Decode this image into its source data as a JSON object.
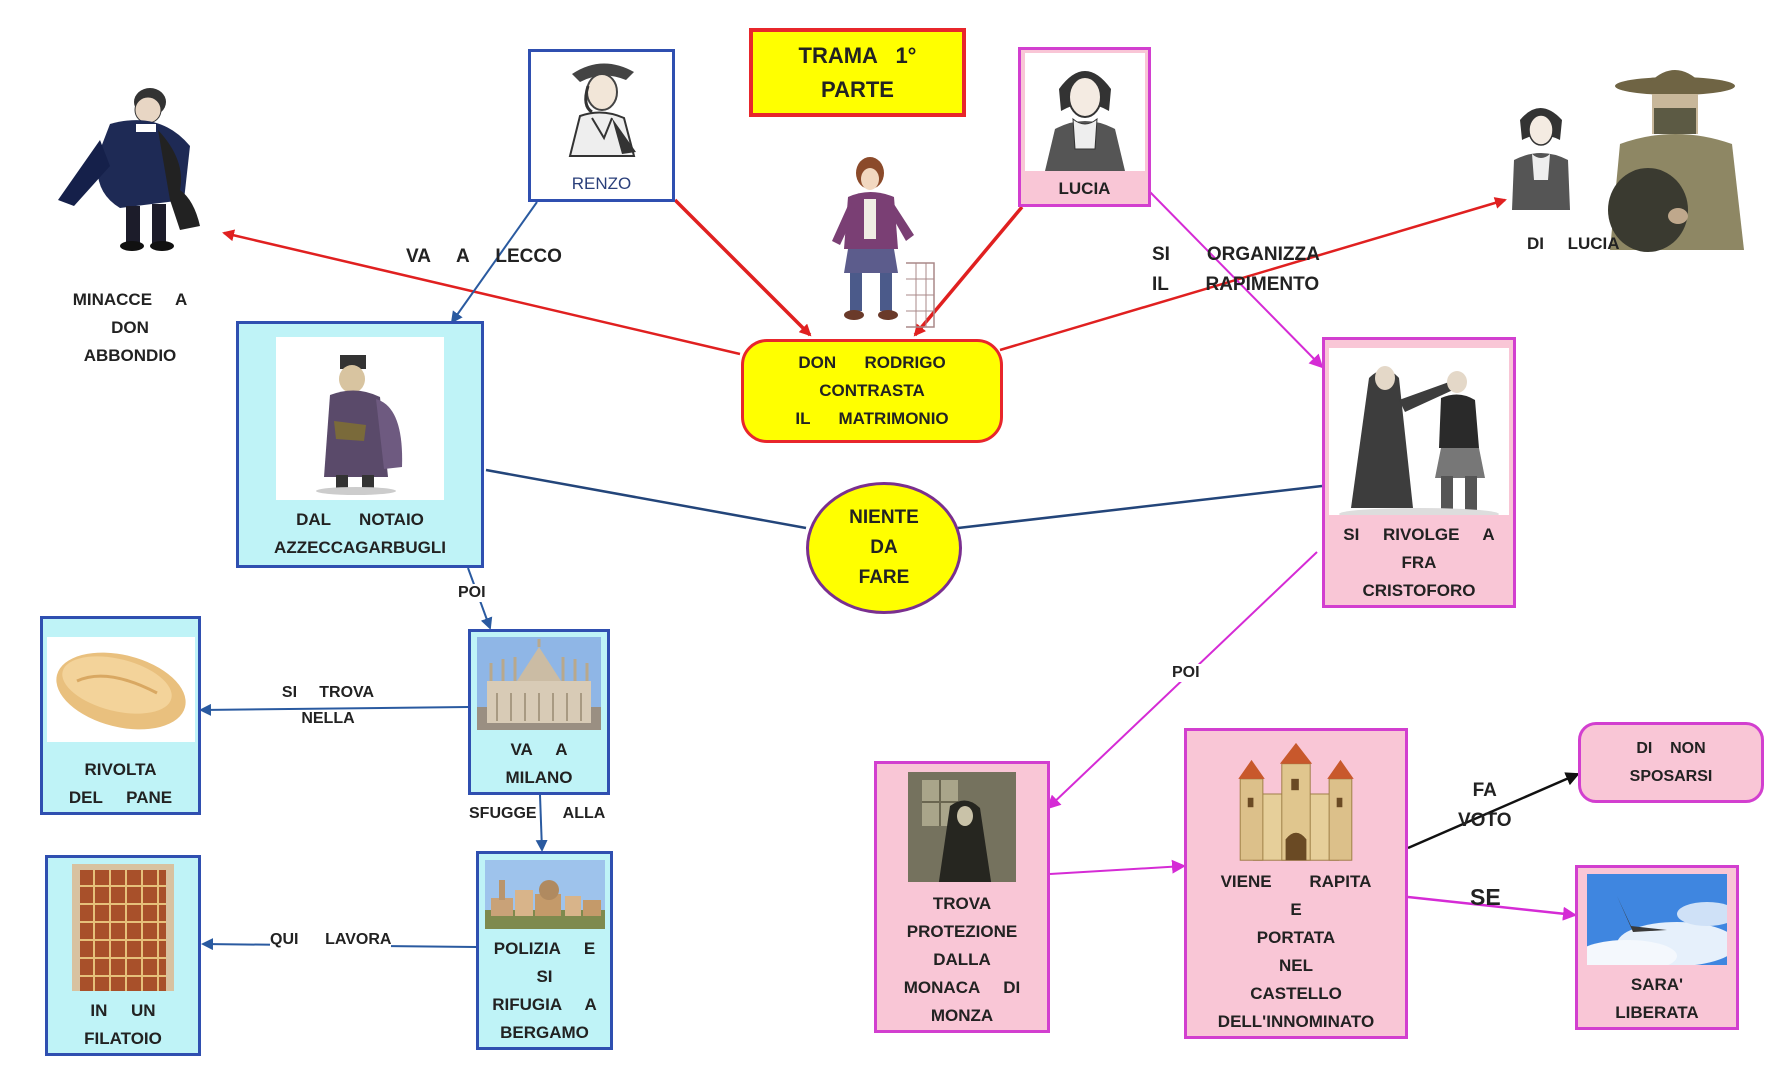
{
  "title": {
    "line1": "TRAMA   1°",
    "line2": "PARTE"
  },
  "center": {
    "label": "DON      RODRIGO\nCONTRASTA\nIL      MATRIMONIO"
  },
  "hub": {
    "label": "NIENTE\nDA\nFARE"
  },
  "characters": {
    "renzo": "RENZO",
    "lucia": "LUCIA",
    "kidnap_caption": "DI     LUCIA",
    "don_abbondio_caption": "MINACCE     A\nDON\nABBONDIO"
  },
  "edges": {
    "va_a_lecco": "VA     A     LECCO",
    "rapimento": "SI       ORGANIZZA\nIL       RAPIMENTO",
    "poi_left": "POI",
    "poi_right": "POI",
    "si_trova_nella": "SI     TROVA\nNELLA",
    "sfugge_alla": "SFUGGE      ALLA",
    "qui_lavora": "QUI      LAVORA",
    "fa_voto": "FA\nVOTO",
    "se": "SE"
  },
  "nodes": {
    "azzeccagarbugli": "DAL      NOTAIO\nAZZECCAGARBUGLI",
    "milano": "VA     A\nMILANO",
    "pane": "RIVOLTA\nDEL     PANE",
    "bergamo": "POLIZIA     E\nSI\nRIFUGIA     A\nBERGAMO",
    "filatoio": "IN     UN\nFILATOIO",
    "cristoforo": "SI     RIVOLGE     A\nFRA\nCRISTOFORO",
    "monaca": "TROVA\nPROTEZIONE\nDALLA\nMONACA     DI\nMONZA",
    "innominato": "VIENE        RAPITA\nE\nPORTATA\nNEL\nCASTELLO\nDELL'INNOMINATO",
    "non_sposarsi": "DI    NON\nSPOSARSI",
    "liberata": "SARA'\nLIBERATA"
  },
  "colors": {
    "title_fill": "#ffff00",
    "title_border": "#e8262b",
    "blue_fill": "#bff3f7",
    "blue_border": "#2f4fb0",
    "pink_fill": "#f9c6d6",
    "pink_border": "#d23fcf",
    "red_arrow": "#e02020",
    "blue_arrow": "#2a5aa0",
    "magenta_arrow": "#d52bd5"
  }
}
